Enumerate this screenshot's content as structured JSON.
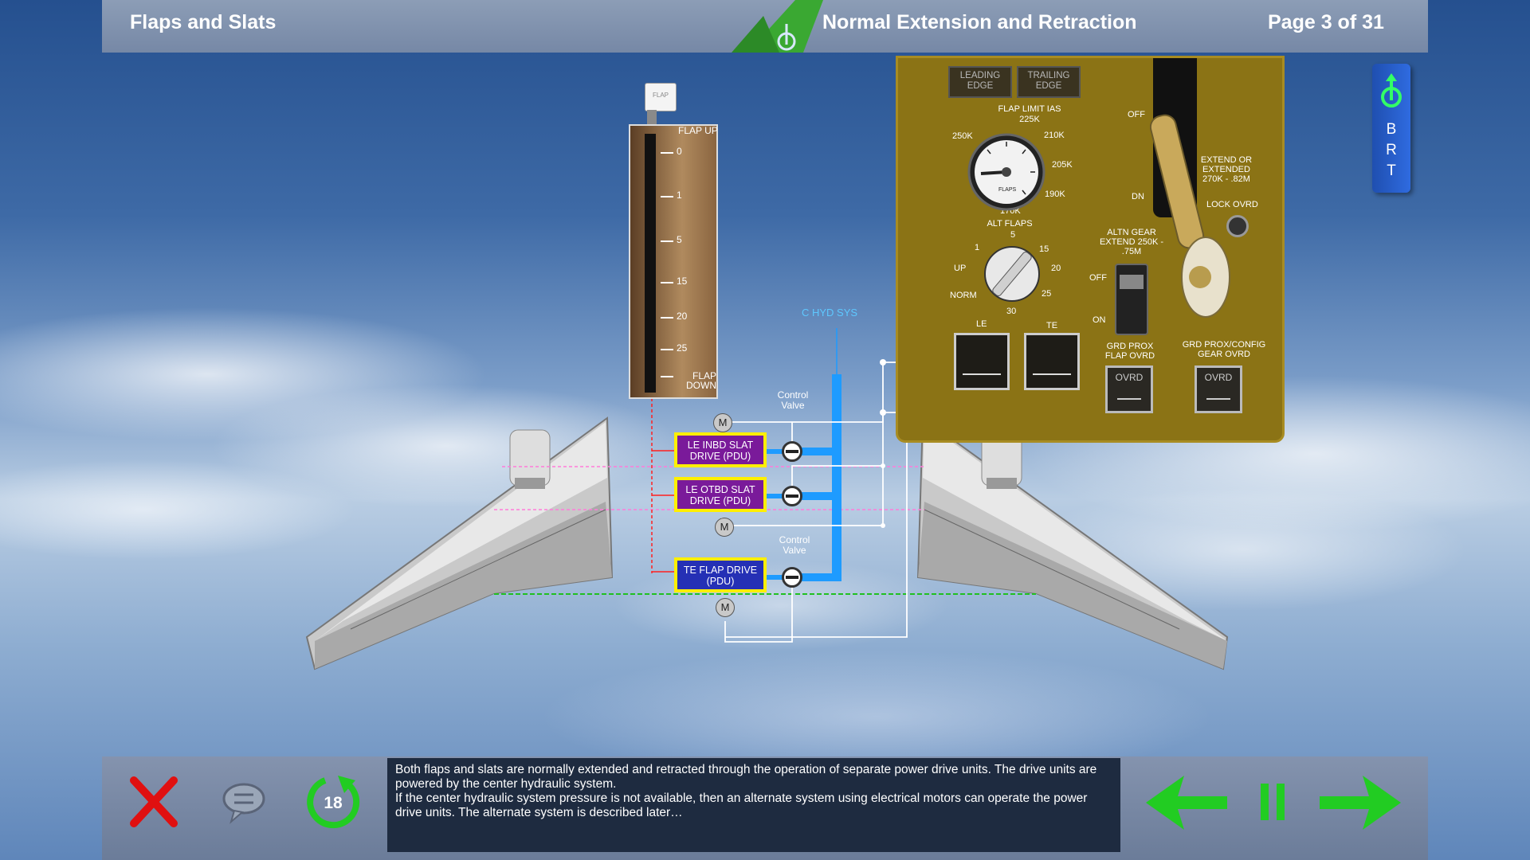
{
  "header": {
    "section_title": "Flaps and Slats",
    "lesson_title": "Normal Extension and Retraction",
    "page_indicator": "Page 3 of 31"
  },
  "side_tab": {
    "letters": "B\nR\nT",
    "icon": "aircraft-icon"
  },
  "flap_lever": {
    "knob_label": "FLAP",
    "top_label": "FLAP UP",
    "bottom_label": "FLAP DOWN",
    "detents": [
      "0",
      "1",
      "5",
      "15",
      "20",
      "25"
    ]
  },
  "diagram": {
    "hyd_system_label": "C HYD SYS",
    "control_valve_label": "Control Valve",
    "motor_label": "M",
    "pdus": [
      {
        "label": "LE INBD SLAT DRIVE (PDU)",
        "color": "#7a1a9a"
      },
      {
        "label": "LE OTBD SLAT DRIVE (PDU)",
        "color": "#7a1a9a"
      },
      {
        "label": "TE FLAP DRIVE (PDU)",
        "color": "#2530b5"
      }
    ],
    "line_colors": {
      "hydraulic": "#1e9bff",
      "electric": "#ffffff",
      "slat_signal": "#ff7ad9",
      "flap_signal": "#20c020",
      "command": "#ff2020",
      "panel": "#8b7315",
      "highlight": "#ffef00"
    }
  },
  "panel": {
    "leading_edge_btn": "LEADING EDGE",
    "trailing_edge_btn": "TRAILING EDGE",
    "flap_limit_title": "FLAP LIMIT IAS",
    "flap_limit_top": "225K",
    "speeds": {
      "s250": "250K",
      "s210": "210K",
      "s205": "205K",
      "s190": "190K",
      "s170": "170K"
    },
    "gauge_label": "FLAPS",
    "alt_flaps_title": "ALT FLAPS",
    "alt_flaps_marks": {
      "m1": "1",
      "m5": "5",
      "m15": "15",
      "up": "UP",
      "m20": "20",
      "norm": "NORM",
      "m25": "25",
      "m30": "30"
    },
    "le_label": "LE",
    "te_label": "TE",
    "gear_off": "OFF",
    "gear_dn": "DN",
    "extend_placard": "EXTEND OR EXTENDED 270K - .82M",
    "lock_ovrd": "LOCK OVRD",
    "altn_gear": "ALTN GEAR EXTEND 250K - .75M",
    "altn_off": "OFF",
    "altn_on": "ON",
    "grd_prox_flap": "GRD PROX FLAP OVRD",
    "grd_prox_config": "GRD PROX/CONFIG GEAR OVRD",
    "ovrd_label": "OVRD"
  },
  "footer": {
    "close_icon": "close-icon",
    "comment_icon": "comment-icon",
    "replay_count": "18",
    "narration_1": "Both flaps and slats are normally extended and retracted through the operation of separate power drive units. The drive units are powered by the center hydraulic system.",
    "narration_2": "If the center hydraulic system pressure is not available, then an alternate system using electrical motors can operate the power drive units.  The alternate system is described later…",
    "accent_green": "#22cc22",
    "close_red": "#e01010"
  }
}
